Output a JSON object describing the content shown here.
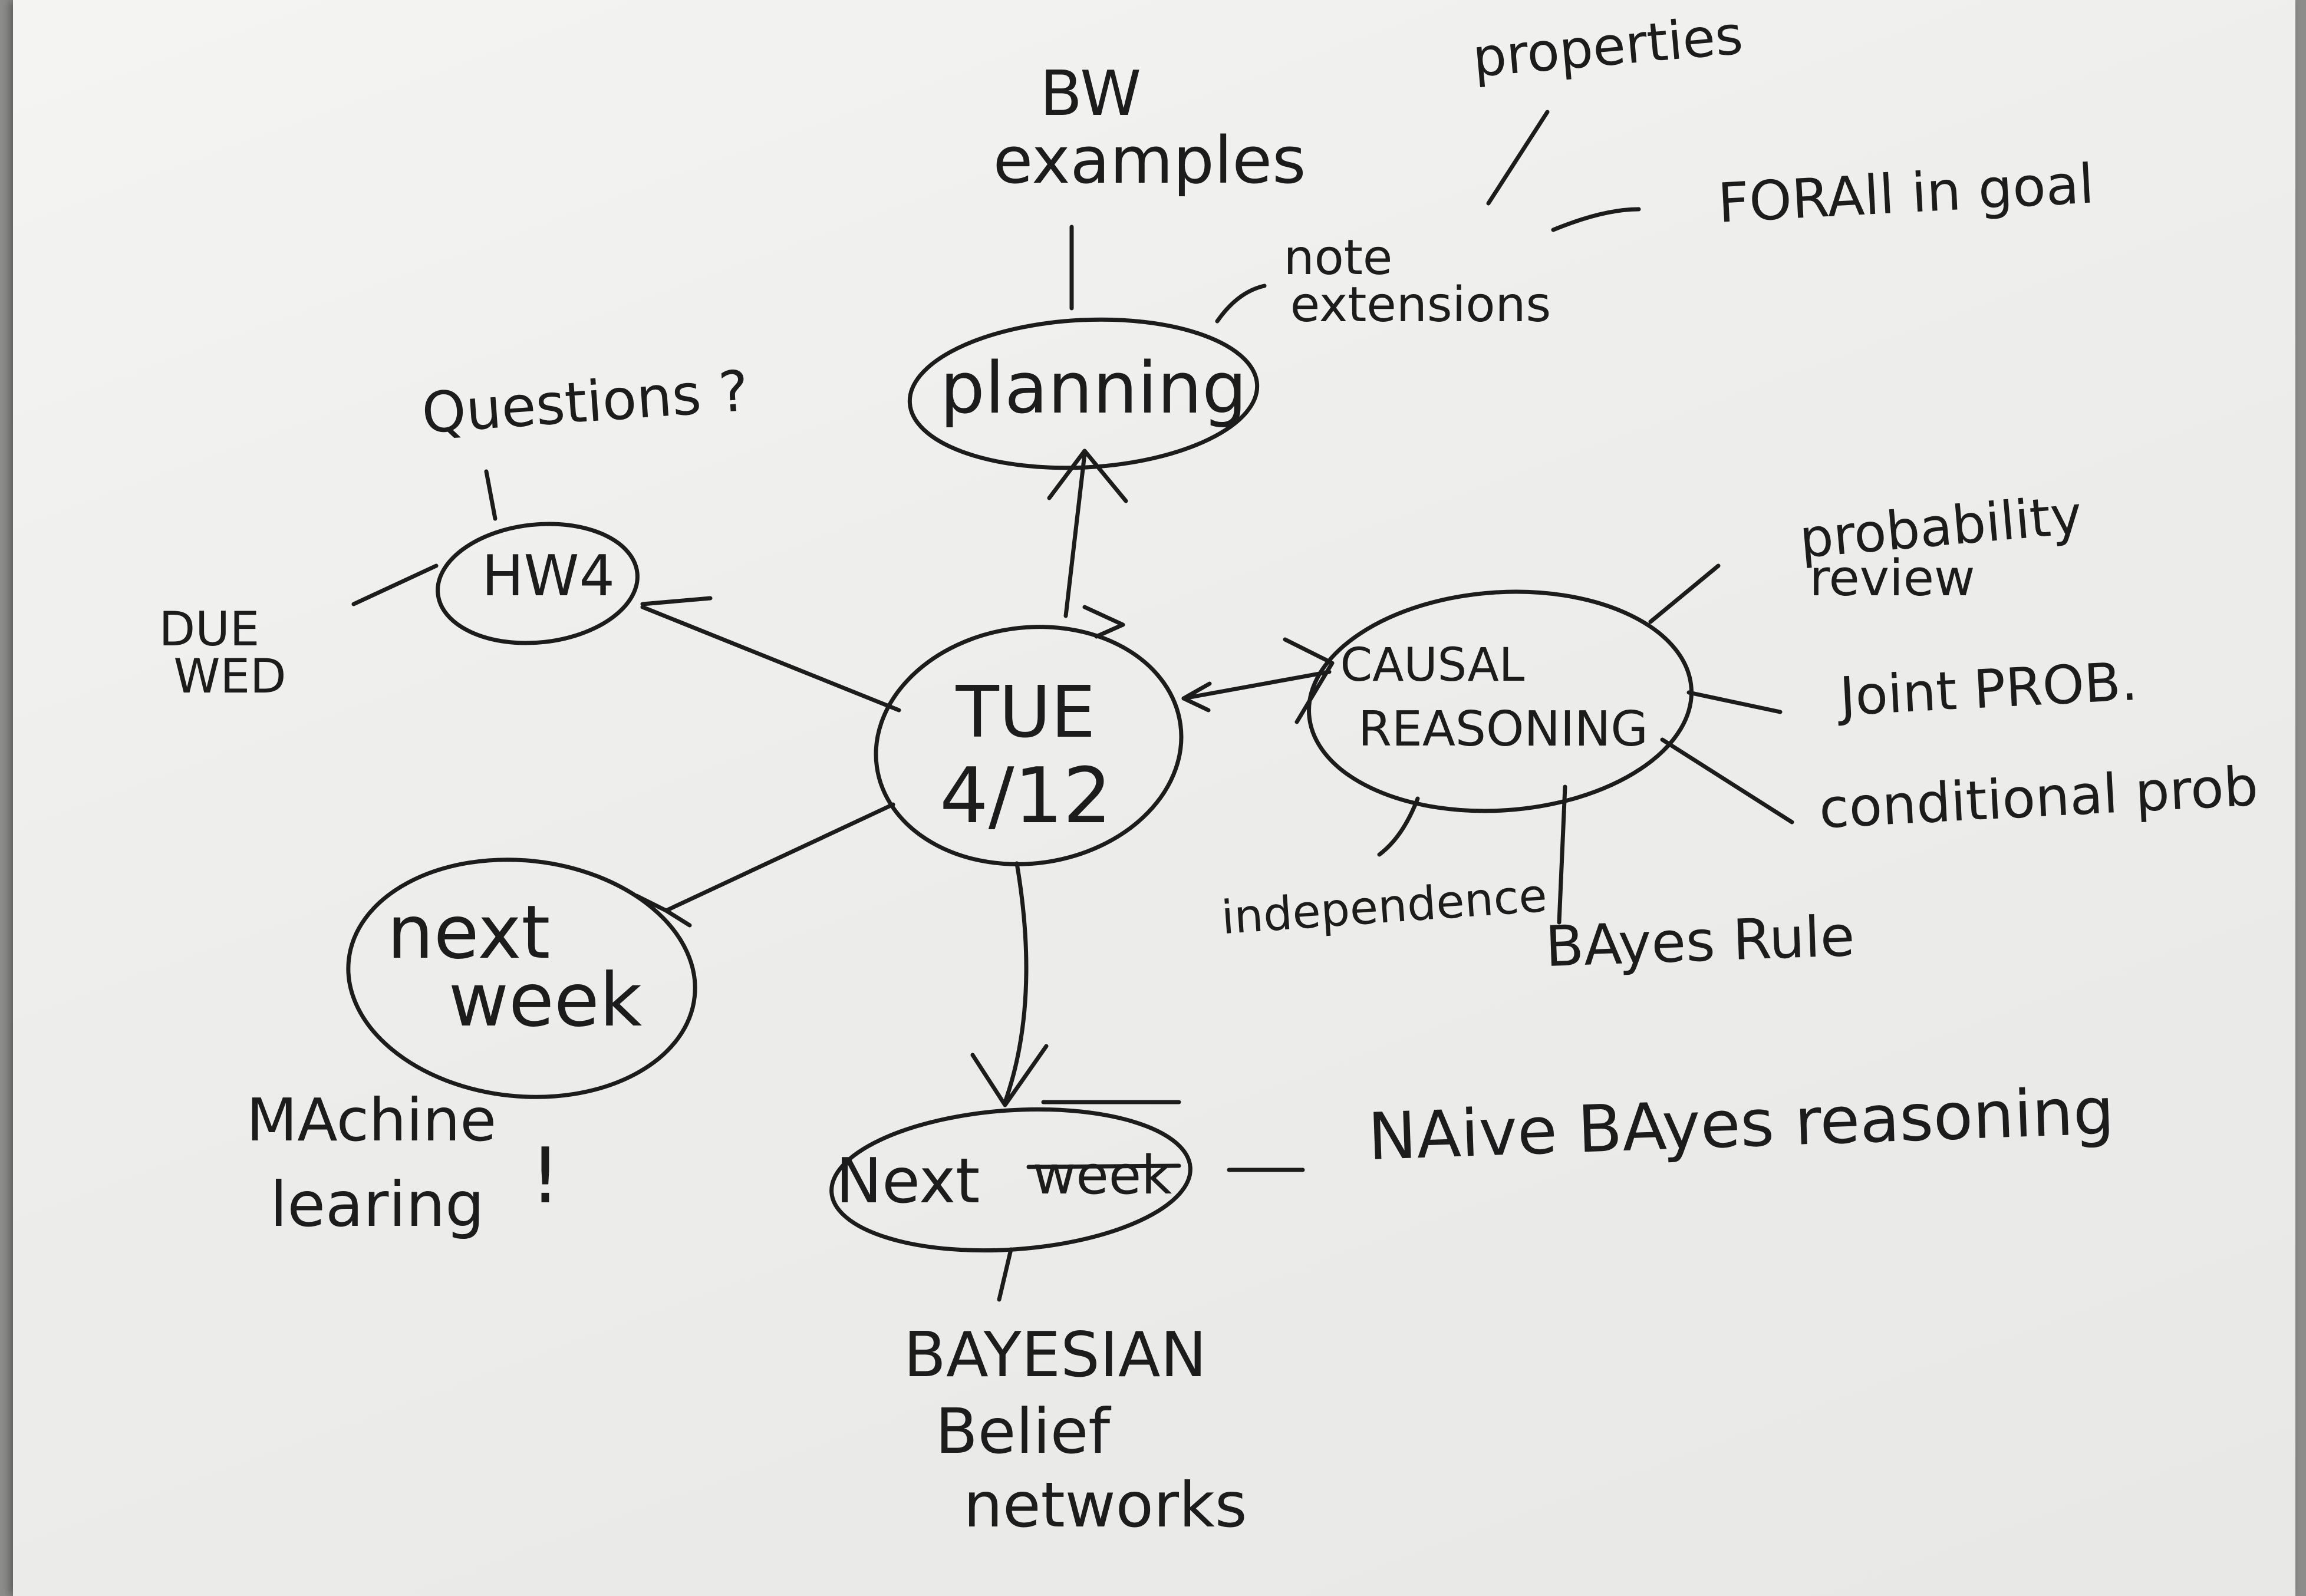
{
  "colors": {
    "ink": "#1c1c1c",
    "paper": "#f1f1ef",
    "background": "#8d8d8b"
  },
  "nodes": {
    "center": {
      "line1": "TUE",
      "line2": "4/12"
    },
    "planning": "planning",
    "hw4": "HW4",
    "causal": {
      "line1": "CAUSAL",
      "line2": "REASONING"
    },
    "next_week": {
      "line1": "next",
      "line2": "week"
    },
    "next": {
      "word": "Next",
      "struck": "week"
    }
  },
  "labels": {
    "bw_examples": {
      "line1": "BW",
      "line2": "examples"
    },
    "note_extensions": {
      "line1": "note",
      "line2": "extensions"
    },
    "properties": "properties",
    "forall_in_goal": "FORAll in goal",
    "questions": "Questions ?",
    "due_wed": {
      "line1": "DUE",
      "line2": "WED"
    },
    "probability_review": {
      "line1": "probability",
      "line2": "review"
    },
    "joint_prob": "Joint PROB.",
    "conditional_prob": "conditional prob",
    "independence": "independence",
    "bayes_rule": "BAyes Rule",
    "machine_learning": {
      "line1": "MAchine",
      "line2": "learing",
      "mark": "!"
    },
    "naive_bayes": "NAive BAyes reasoning",
    "bayesian_belief_networks": {
      "line1": "BAYESIAN",
      "line2": "Belief",
      "line3": "networks"
    }
  }
}
